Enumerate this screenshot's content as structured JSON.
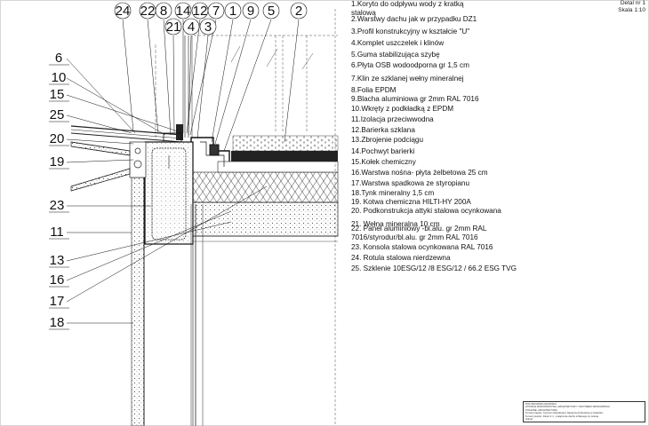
{
  "header": {
    "detail_label": "Detal nr 1",
    "scale_label": "Skala 1:10"
  },
  "callouts_top": [
    "24",
    "22",
    "8",
    "14",
    "12",
    "7",
    "1",
    "9",
    "5",
    "2"
  ],
  "callouts_top_row2": [
    "21",
    "4",
    "3"
  ],
  "callouts_left": [
    "6",
    "10",
    "15",
    "25",
    "20",
    "19",
    "23",
    "11",
    "13",
    "16",
    "17",
    "18"
  ],
  "legend": [
    {
      "n": "1",
      "text": "1.Koryto do odpływu wody z kratką",
      "text2": "stalową"
    },
    {
      "n": "2",
      "text": "2.Warstwy dachu jak w przypadku DZ1"
    },
    {
      "n": "3",
      "text": "3.Profil konstrukcyjny w kształcie \"U\""
    },
    {
      "n": "4",
      "text": "4.Komplet uszczelek i klinów"
    },
    {
      "n": "5",
      "text": "5.Guma stabilizująca szybę"
    },
    {
      "n": "6",
      "text": "6.Płyta OSB wodoodporna gr 1,5 cm"
    },
    {
      "n": "7",
      "text": "7.Klin ze szklanej wełny mineralnej"
    },
    {
      "n": "8",
      "text": "8.Folia EPDM"
    },
    {
      "n": "9",
      "text": "9.Blacha aluminiowa gr 2mm RAL 7016"
    },
    {
      "n": "10",
      "text": "10.Wkręty z podkładką z EPDM"
    },
    {
      "n": "11",
      "text": "11.Izolacja przeciwwodna"
    },
    {
      "n": "12",
      "text": "12.Barierka szklana"
    },
    {
      "n": "13",
      "text": "13.Zbrojenie podciągu"
    },
    {
      "n": "14",
      "text": "14.Pochwyt barierki"
    },
    {
      "n": "15",
      "text": "15.Kołek chemiczny"
    },
    {
      "n": "16",
      "text": "16.Warstwa nośna- płyta żelbetowa 25 cm"
    },
    {
      "n": "17",
      "text": "17.Warstwa spadkowa ze styropianu"
    },
    {
      "n": "18",
      "text": "18.Tynk mineralny 1,5 cm"
    },
    {
      "n": "19",
      "text": "19. Kotwa chemiczna HILTI-HY 200A"
    },
    {
      "n": "20",
      "text": "20. Podkonstrukcja attyki stalowa ocynkowana"
    },
    {
      "n": "21",
      "text": "21. Wełna mineralna 10 cm"
    },
    {
      "n": "22",
      "text": "22. Panel aluminiowy -bl.alu. gr 2mm RAL",
      "text2": "7016/styrodur/bl.alu. gr 2mm RAL 7016"
    },
    {
      "n": "23",
      "text": "23. Konsola stalowa ocynkowana RAL 7016"
    },
    {
      "n": "24",
      "text": "24. Rotula stalowa nierdzewna"
    },
    {
      "n": "25",
      "text": "25. Szklenie 10ESG/12 /8 ESG/12 / 66.2 ESG TVG"
    }
  ],
  "title_block": {
    "line1": "POLITECHNIKA GDAŃSKA",
    "line2": "WYDZIAŁ BUDOWNICTWA, ARCHITEKTURY I INŻYNIERII ŚRODOWISKA",
    "line3": "KOLEJNE. ARCHITEKTURA",
    "line4": "Temat projektu: Centrum Współpracy Naukowo-Kulturalnej w Gdańsku",
    "line5": "Temat rysunku: Detal nr 1 - połączenie dachu szklanego ze ścianą",
    "sheet": "Arkusz"
  }
}
